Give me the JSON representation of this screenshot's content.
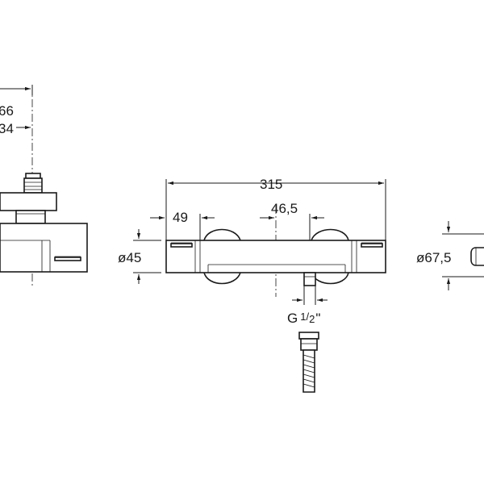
{
  "dimensions": {
    "side_upper": "66",
    "side_lower": "34",
    "total_length": "315",
    "handle_offset": "49",
    "outlet_offset": "46,5",
    "body_diameter": "ø45",
    "end_diameter": "ø67,5",
    "thread_main": "G",
    "thread_num": "1",
    "thread_den": "2",
    "thread_quote": "\""
  }
}
